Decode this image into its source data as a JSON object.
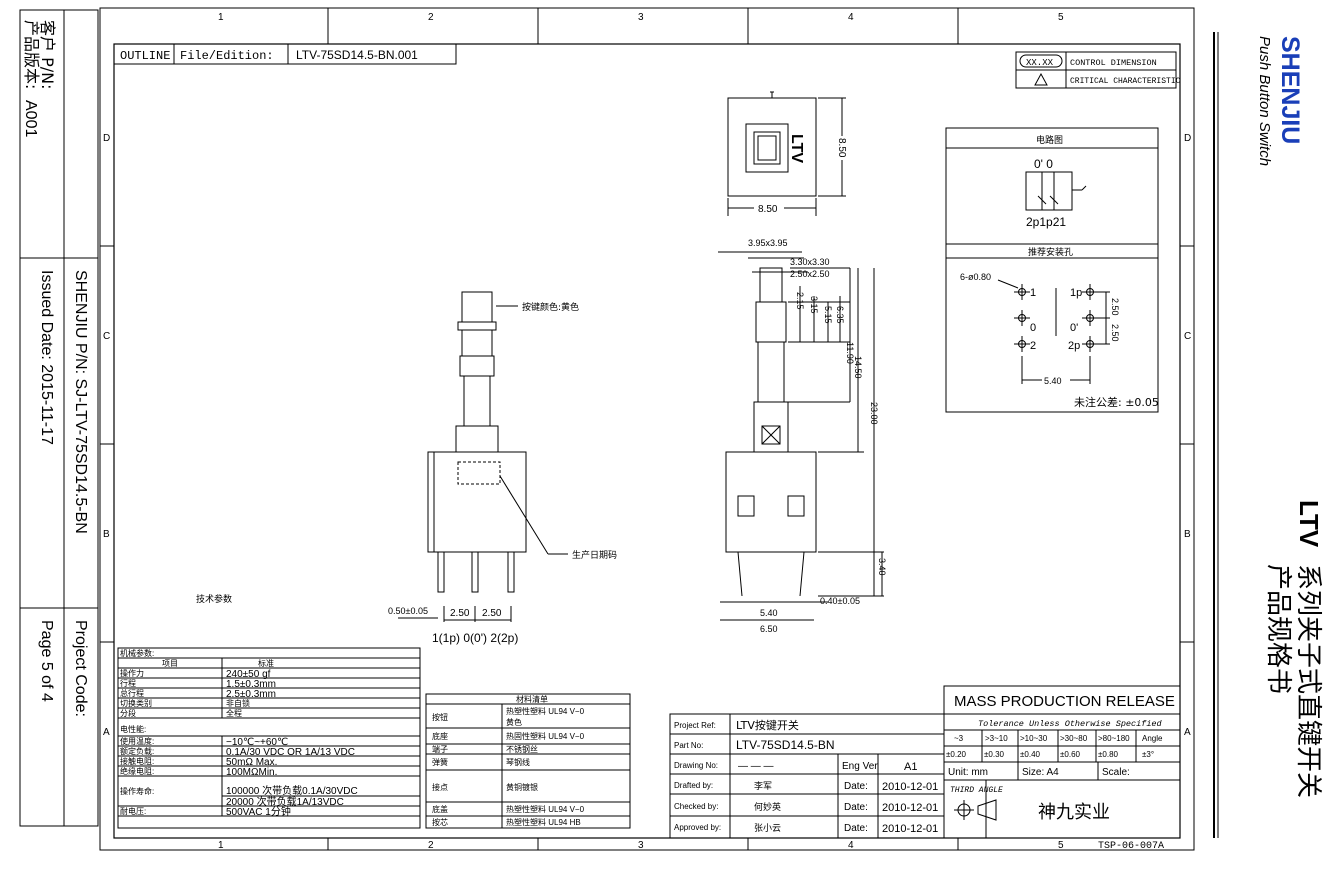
{
  "left_strip": {
    "customer_pn_label": "客户 P/N:",
    "version_label": "产品版本:",
    "version_value": "A001",
    "shenjiu_pn": "SHENJIU P/N: SJ-LTV-75SD14.5-BN",
    "issued_date": "Issued Date: 2015-11-17",
    "project_code": "Project Code:",
    "page": "Page 5 of 4"
  },
  "right_strip": {
    "brand": "SHENJIU",
    "brand_sub": "Push Button Switch",
    "series": "LTV",
    "title_cn1": "系列夹子式直键开关",
    "title_cn2": "产品规格书"
  },
  "grid": {
    "cols": [
      "1",
      "2",
      "3",
      "4",
      "5"
    ],
    "rows": [
      "D",
      "C",
      "B",
      "A"
    ]
  },
  "header": {
    "outline": "OUTLINE",
    "file_edition_label": "File/Edition:",
    "file_edition_value": "LTV-75SD14.5-BN.001"
  },
  "legend": {
    "control_symbol": "XX.XX",
    "control_label": "CONTROL DIMENSION",
    "critical_label": "CRITICAL CHARACTERISTIC"
  },
  "front_view": {
    "cap_label": "按键颜色:黄色",
    "date_label": "生产日期码",
    "pin_dim": "0.50±0.05",
    "pitch1": "2.50",
    "pitch2": "2.50",
    "pin_labels": "1(1p) 0(0') 2(2p)"
  },
  "top_view": {
    "text": "LTV",
    "width": "8.50",
    "height": "8.50"
  },
  "side_view": {
    "d1": "3.95x3.95",
    "d2": "3.30x3.30",
    "d3": "2.50x2.50",
    "d4": "2.15",
    "d5": "3.15",
    "d6": "5.15",
    "d7": "6.35",
    "d8": "11.90",
    "d9": "14.50",
    "d10": "23.00",
    "d11": "3.40",
    "d12": "5.40",
    "d13": "6.50",
    "d14": "0.40±0.05"
  },
  "schematic": {
    "title": "电路图",
    "terminals_top": "0' 0",
    "terminals_bottom": "2p1p21",
    "hole_title": "推荐安装孔",
    "hole_dim": "6-ø0.80",
    "p1": "1",
    "p1p": "1p",
    "p0": "0",
    "p0p": "0'",
    "p2": "2",
    "p2p": "2p",
    "pitch_a": "2.50",
    "pitch_b": "2.50",
    "span": "5.40",
    "tolerance": "未注公差: ±0.05"
  },
  "tech_table": {
    "title": "技术参数",
    "mech_header": "机械参数:",
    "col_item": "项目",
    "col_std": "标准",
    "mech_rows": [
      {
        "item": "操作力",
        "value": "240±50 gf"
      },
      {
        "item": "行程",
        "value": "1.5±0.3mm"
      },
      {
        "item": "总行程",
        "value": "2.5±0.3mm"
      },
      {
        "item": "切换类别",
        "value": "非自锁"
      },
      {
        "item": "分段",
        "value": "全程"
      }
    ],
    "elec_header": "电性能:",
    "elec_rows": [
      {
        "item": "使用温度:",
        "value": "−10℃~+60℃"
      },
      {
        "item": "额定负载:",
        "value": "0.1A/30 VDC OR 1A/13 VDC"
      },
      {
        "item": "接触电阻:",
        "value": "50mΩ Max."
      },
      {
        "item": "绝缘电阻:",
        "value": "100MΩMin."
      },
      {
        "item": "操作寿命:",
        "value": "100000 次带负载0.1A/30VDC"
      },
      {
        "item": "",
        "value": "20000 次带负载1A/13VDC"
      },
      {
        "item": "耐电压:",
        "value": "500VAC 1分钟"
      }
    ]
  },
  "material_table": {
    "title": "材料清单",
    "rows": [
      {
        "part": "按钮",
        "material": "热塑性塑料 UL94 V−0"
      },
      {
        "part": "",
        "material": "黄色"
      },
      {
        "part": "底座",
        "material": "热固性塑料 UL94 V−0"
      },
      {
        "part": "端子",
        "material": "不锈钢丝"
      },
      {
        "part": "弹簧",
        "material": "琴钢线"
      },
      {
        "part": "接点",
        "material": "黄铜镀银"
      },
      {
        "part": "底盖",
        "material": "热塑性塑料 UL94 V−0"
      },
      {
        "part": "按芯",
        "material": "热塑性塑料 UL94 HB"
      }
    ]
  },
  "title_block": {
    "release": "MASS PRODUCTION RELEASE",
    "tolerance_title": "Tolerance Unless Otherwise Specified",
    "tol_ranges": [
      "~3",
      ">3~10",
      ">10~30",
      ">30~80",
      ">80~180",
      "Angle"
    ],
    "tol_values": [
      "±0.20",
      "±0.30",
      "±0.40",
      "±0.60",
      "±0.80",
      "±3°"
    ],
    "project_ref_label": "Project Ref:",
    "project_ref_value": "LTV按键开关",
    "part_no_label": "Part No:",
    "part_no_value": "LTV-75SD14.5-BN",
    "drawing_no_label": "Drawing No:",
    "drawing_no_value": "— — —",
    "eng_ver_label": "Eng Ver",
    "eng_ver_value": "A1",
    "drafted_label": "Drafted by:",
    "drafted_value": "李军",
    "checked_label": "Checked by:",
    "checked_value": "何妙英",
    "approved_label": "Approved by:",
    "approved_value": "张小云",
    "date_label": "Date:",
    "date1": "2010-12-01",
    "date2": "2010-12-01",
    "date3": "2010-12-01",
    "unit": "Unit: mm",
    "size": "Size: A4",
    "scale": "Scale:",
    "third_angle": "THIRD ANGLE",
    "company": "神九实业",
    "doc_no": "TSP-06-007A"
  }
}
